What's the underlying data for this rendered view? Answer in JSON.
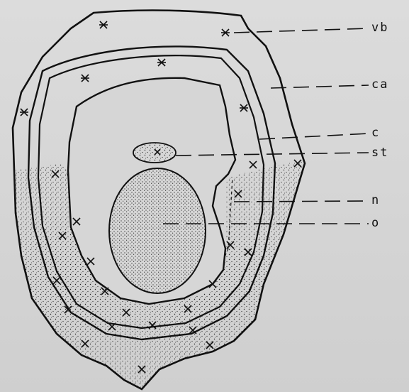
{
  "labels": {
    "vb": "vb",
    "ca": "ca",
    "c": "c",
    "st": "st",
    "n": "n",
    "o": "o"
  },
  "colors": {
    "ink": "#111111",
    "paper": "#d8d8d8",
    "stipple": "#222222"
  }
}
